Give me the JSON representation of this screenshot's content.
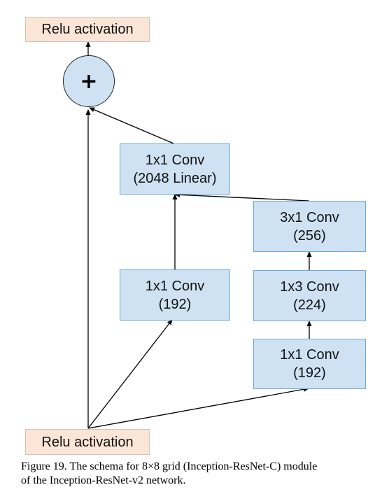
{
  "nodes": {
    "relu_top": {
      "label": "Relu activation"
    },
    "sum": {
      "symbol": "+"
    },
    "conv_linear": {
      "line1": "1x1 Conv",
      "line2": "(2048 Linear)"
    },
    "conv_3x1": {
      "line1": "3x1 Conv",
      "line2": "(256)"
    },
    "conv_1x1_left": {
      "line1": "1x1 Conv",
      "line2": "(192)"
    },
    "conv_1x3": {
      "line1": "1x3 Conv",
      "line2": "(224)"
    },
    "conv_1x1_right": {
      "line1": "1x1 Conv",
      "line2": "(192)"
    },
    "relu_bottom": {
      "label": "Relu activation"
    }
  },
  "caption": {
    "line1": "Figure 19. The schema for 8×8 grid (Inception-ResNet-C) module",
    "line2": "of the Inception-ResNet-v2 network."
  },
  "colors": {
    "relu_fill": "#fbe5d6",
    "conv_fill": "#cfe2f3",
    "conv_border": "#6fa8dc",
    "edge": "#000000"
  }
}
